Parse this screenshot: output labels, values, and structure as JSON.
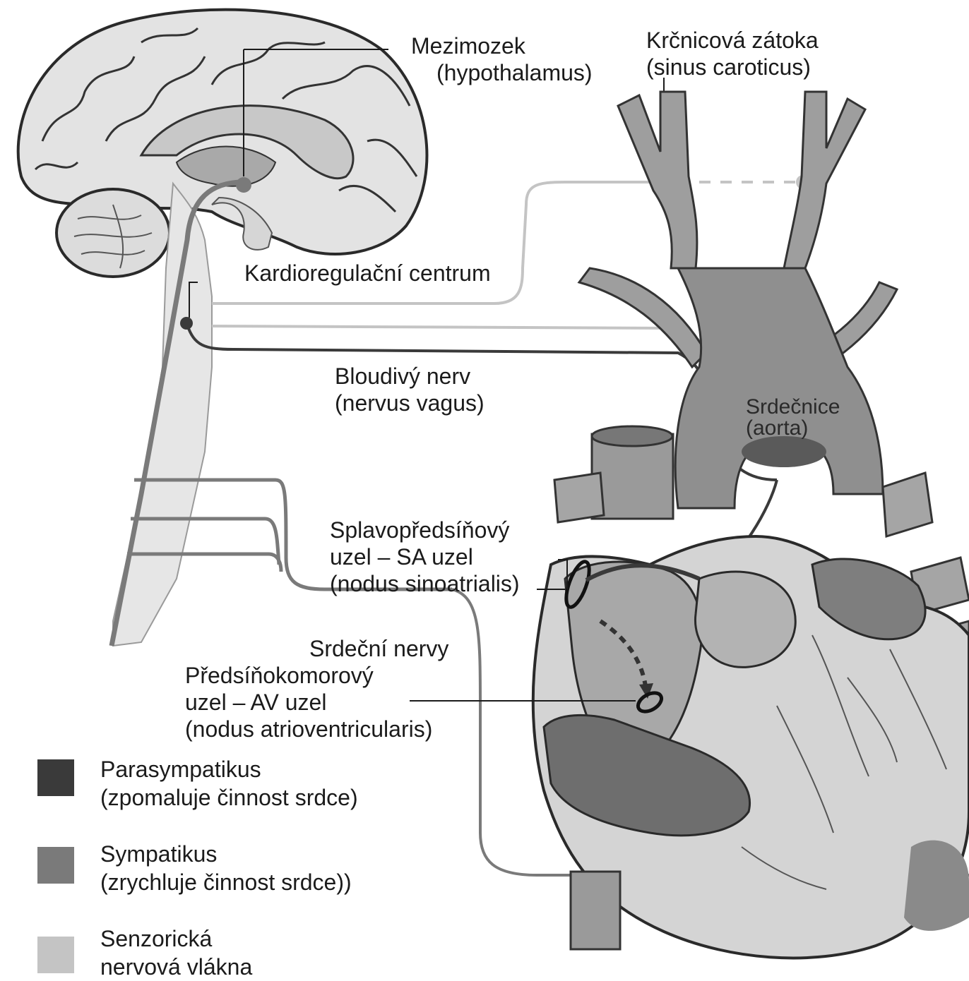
{
  "labels": {
    "hypothalamus": {
      "line1": "Mezimozek",
      "line2": "(hypothalamus)"
    },
    "carotid_sinus": {
      "line1": "Krčnicová zátoka",
      "line2": "(sinus caroticus)"
    },
    "cardio_center": {
      "line1": "Kardioregulační centrum"
    },
    "vagus": {
      "line1": "Bloudivý nerv",
      "line2": "(nervus vagus)"
    },
    "aorta": {
      "line1": "Srdečnice",
      "line2": "(aorta)"
    },
    "sa_node": {
      "line1": "Splavopředsíňový",
      "line2": "uzel – SA uzel",
      "line3": "(nodus sinoatrialis)"
    },
    "cardiac_nerves": {
      "line1": "Srdeční nervy"
    },
    "av_node": {
      "line1": "Předsíňokomorový",
      "line2": "uzel – AV uzel",
      "line3": "(nodus atrioventricularis)"
    }
  },
  "legend": [
    {
      "line1": "Parasympatikus",
      "line2": "(zpomaluje činnost  srdce)",
      "color": "#3a3a3a"
    },
    {
      "line1": "Sympatikus",
      "line2": "(zrychluje činnost srdce))",
      "color": "#7a7a7a"
    },
    {
      "line1": "Senzorická",
      "line2": "nervová vlákna",
      "color": "#c4c4c4"
    }
  ],
  "colors": {
    "parasympathetic": "#3a3a3a",
    "sympathetic": "#7a7a7a",
    "sensory": "#c4c4c4",
    "tissue": "#d9d9d9",
    "tissue_dark": "#8c8c8c"
  }
}
